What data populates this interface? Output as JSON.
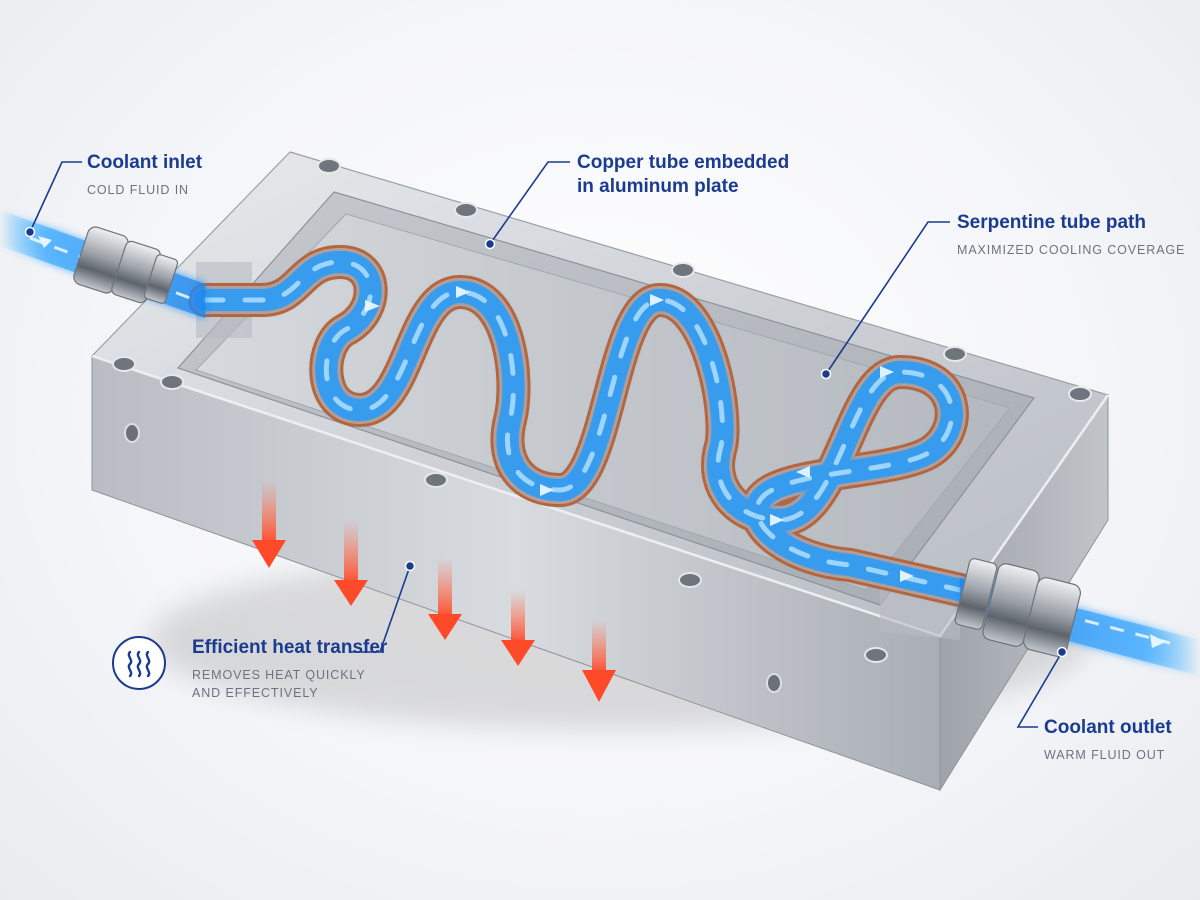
{
  "callouts": {
    "inlet": {
      "title": "Coolant inlet",
      "subtitle": "COLD FLUID IN"
    },
    "copper": {
      "title_line1": "Copper tube embedded",
      "title_line2": "in aluminum plate"
    },
    "serpentine": {
      "title": "Serpentine tube path",
      "subtitle": "MAXIMIZED COOLING COVERAGE"
    },
    "heat": {
      "title": "Efficient heat transfer",
      "subtitle_line1": "REMOVES HEAT QUICKLY",
      "subtitle_line2": "AND EFFECTIVELY",
      "icon": "heat-waves-icon"
    },
    "outlet": {
      "title": "Coolant outlet",
      "subtitle": "WARM FLUID OUT"
    }
  },
  "colors": {
    "accent": "#1a3b8f",
    "coolant": "#2d9cf5",
    "copper": "#d9733a",
    "heat": "#ff5a3c",
    "aluminum": "#c9ccd1"
  }
}
